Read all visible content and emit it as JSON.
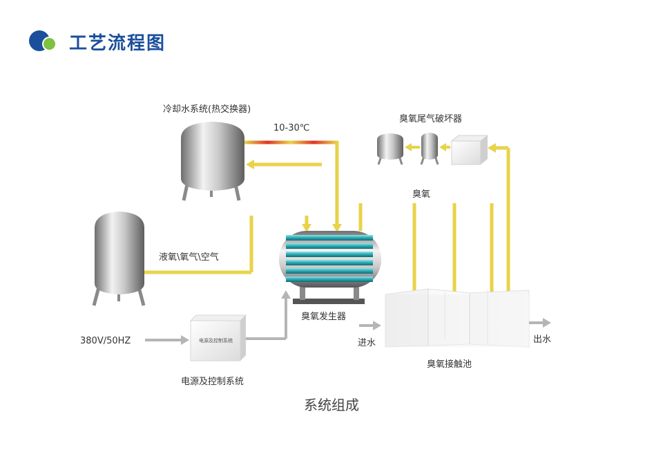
{
  "header": {
    "title": "工艺流程图"
  },
  "labels": {
    "cooling": "冷却水系统(热交换器)",
    "temp": "10-30℃",
    "destructor": "臭氧尾气破坏器",
    "ozone": "臭氧",
    "gas_source": "液氧\\氧气\\空气",
    "generator": "臭氧发生器",
    "power": "380V/50HZ",
    "control_box": "电源及控制系统",
    "control": "电源及控制系统",
    "inlet": "进水",
    "outlet": "出水",
    "pool": "臭氧接触池"
  },
  "caption": "系统组成",
  "colors": {
    "brand_blue": "#1b4f9c",
    "brand_green": "#7dc241",
    "pipe_yellow": "#e8d34a",
    "pipe_red": "#e0332a",
    "arrow_gray": "#b5b5b5"
  }
}
